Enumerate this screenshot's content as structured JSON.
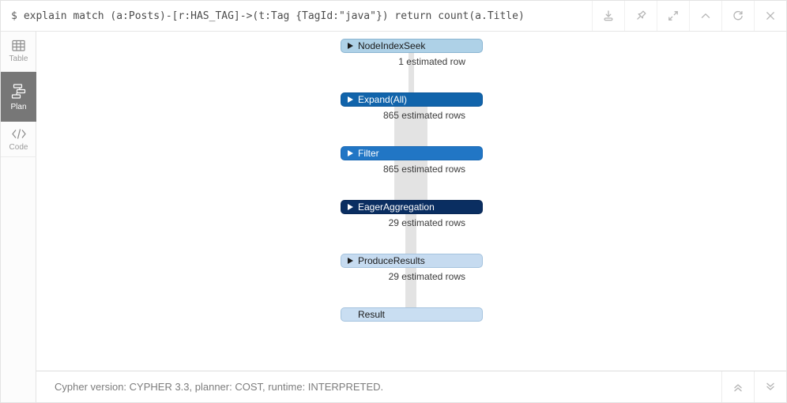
{
  "query_bar": {
    "prompt": "$",
    "query": "explain match (a:Posts)-[r:HAS_TAG]->(t:Tag {TagId:\"java\"}) return count(a.Title)"
  },
  "sidebar": {
    "active_bg": "#777777",
    "items": [
      {
        "label": "Table",
        "active": false
      },
      {
        "label": "Plan",
        "active": true
      },
      {
        "label": "Code",
        "active": false
      }
    ]
  },
  "plan": {
    "connector_color": "#e3e3e3",
    "nodes": [
      {
        "label": "NodeIndexSeek",
        "fill": "#aed1e7",
        "border": "#8ab5d2",
        "text_color": "#1a1a1a",
        "arrow": true,
        "rows_label": "1 estimated row",
        "link_width": 7
      },
      {
        "label": "Expand(All)",
        "fill": "#1164ab",
        "border": "#0d589a",
        "text_color": "#ffffff",
        "arrow": true,
        "rows_label": "865 estimated rows",
        "link_width": 42
      },
      {
        "label": "Filter",
        "fill": "#2176c5",
        "border": "#1a69b4",
        "text_color": "#ffffff",
        "arrow": true,
        "rows_label": "865 estimated rows",
        "link_width": 42
      },
      {
        "label": "EagerAggregation",
        "fill": "#0a2e61",
        "border": "#082755",
        "text_color": "#ffffff",
        "arrow": true,
        "rows_label": "29 estimated rows",
        "link_width": 14
      },
      {
        "label": "ProduceResults",
        "fill": "#c6dbf0",
        "border": "#a5c3de",
        "text_color": "#1a1a1a",
        "arrow": true,
        "rows_label": "29 estimated rows",
        "link_width": 14
      },
      {
        "label": "Result",
        "fill": "#c9def2",
        "border": "#a5c3de",
        "text_color": "#1a1a1a",
        "arrow": false,
        "rows_label": "",
        "link_width": 0
      }
    ]
  },
  "footer": {
    "summary": "Cypher version: CYPHER 3.3, planner: COST, runtime: INTERPRETED."
  }
}
